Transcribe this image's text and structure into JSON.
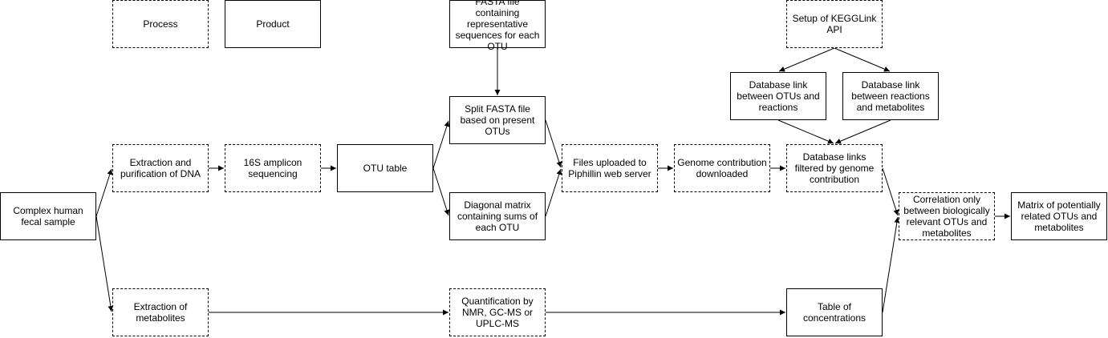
{
  "legend": {
    "process": "Process",
    "product": "Product"
  },
  "nodes": {
    "complex_sample": "Complex human fecal sample",
    "extraction_dna": "Extraction and purification of DNA",
    "amplicon_seq": "16S amplicon sequencing",
    "otu_table": "OTU table",
    "fasta_file": "FASTA file containing representative sequences for each OTU",
    "split_fasta": "Split FASTA file based on present OTUs",
    "diagonal_matrix": "Diagonal matrix containing sums of each OTU",
    "files_uploaded": "Files uploaded to Piphillin web server",
    "genome_contribution": "Genome contribution downloaded",
    "kegglink_setup": "Setup of KEGGLink API",
    "db_otus_reactions": "Database link between OTUs and reactions",
    "db_reactions_metabolites": "Database link between reactions and metabolites",
    "db_filtered": "Database links filtered by genome contribution",
    "correlation": "Correlation only between biologically relevant OTUs and metabolites",
    "matrix_result": "Matrix of potentially related OTUs and metabolites",
    "extraction_metabolites": "Extraction of metabolites",
    "quantification": "Quantification by NMR, GC-MS or UPLC-MS",
    "table_concentrations": "Table of concentrations"
  }
}
